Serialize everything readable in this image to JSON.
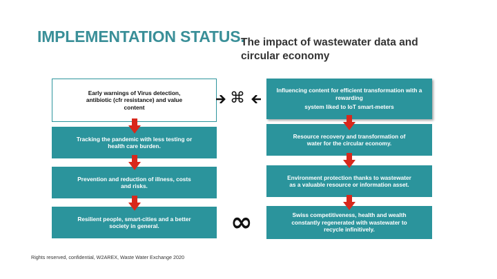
{
  "title": "IMPLEMENTATION STATUS.",
  "subtitle": "The impact of wastewater data and circular economy",
  "left_column": [
    {
      "lines": [
        "Early warnings of Virus detection,",
        "antibiotic (cfr resistance) and value",
        "content"
      ]
    },
    {
      "lines": [
        "Tracking the pandemic with less testing or",
        "health care burden."
      ]
    },
    {
      "lines": [
        "Prevention and reduction of illness, costs",
        "and risks."
      ]
    },
    {
      "lines": [
        "Resilient people, smart-cities and a better",
        "society in general."
      ]
    }
  ],
  "right_column": [
    {
      "lines": [
        "Influencing content for efficient transformation with a",
        "rewarding",
        "system liked to IoT smart-meters"
      ]
    },
    {
      "lines": [
        "Resource recovery and transformation of",
        "water for the circular economy."
      ]
    },
    {
      "lines": [
        "Environment protection thanks to wastewater",
        "as a valuable resource or information asset."
      ]
    },
    {
      "lines": [
        "Swiss competitiveness, health and wealth",
        "constantly regenerated with wastewater to",
        "recycle infinitively."
      ]
    }
  ],
  "center_symbol": "⌘",
  "infinity_symbol": "∞",
  "footer": "Rights reserved, confidential, W2AREX, Waste Water Exchange 2020",
  "colors": {
    "teal": "#2b949c",
    "title": "#3a8f98",
    "arrow": "#d8281c",
    "dark_arrow": "#111111"
  },
  "icons": {
    "flow_arrow": "down-arrow-icon",
    "link_arrow": "left-right-arrow-icon"
  }
}
